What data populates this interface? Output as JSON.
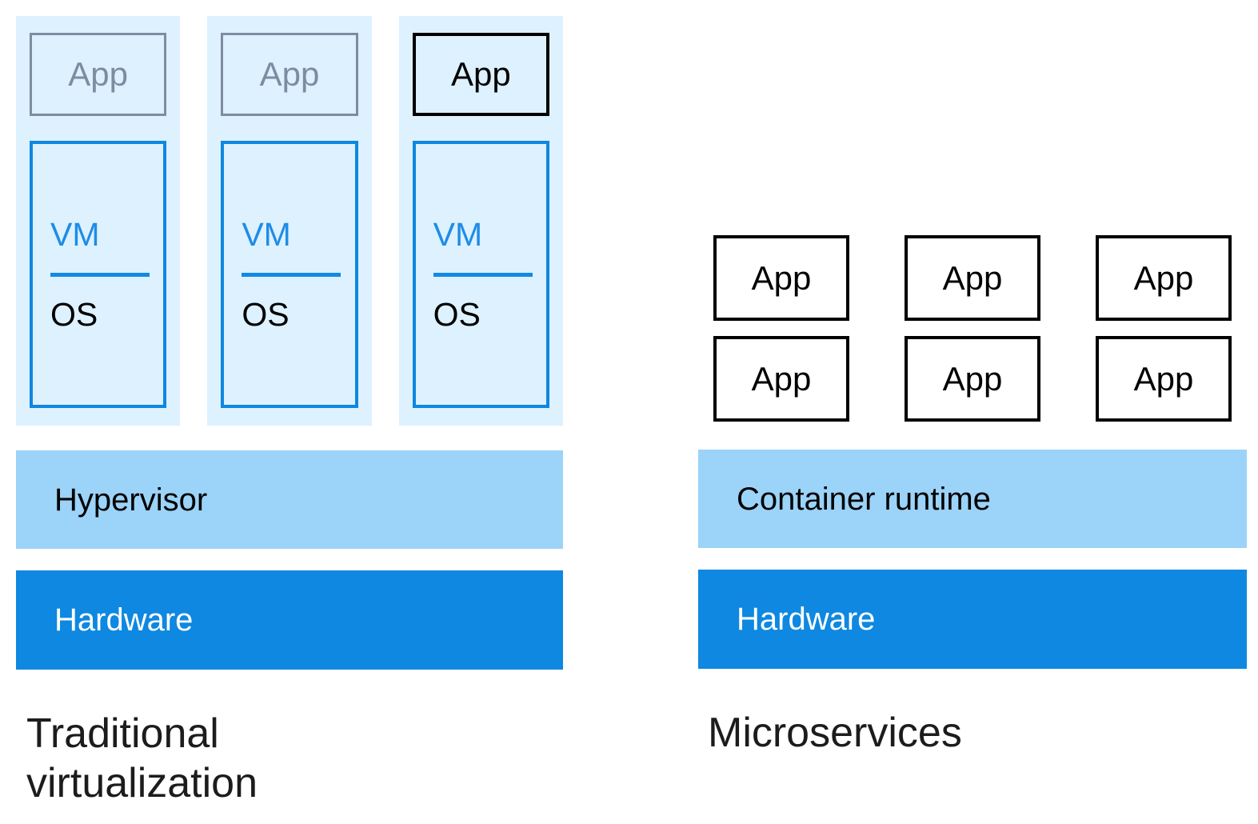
{
  "colors": {
    "stack_background": "#ddf1fe",
    "vm_border_blue": "#0f87e0",
    "vm_text_blue": "#1e8ce6",
    "light_bar_blue": "#9cd3f8",
    "dark_bar_blue": "#0e88e0",
    "faded_gray": "#7e8ca2",
    "black": "#000000",
    "white": "#ffffff",
    "caption_color": "#1c1c1e"
  },
  "left": {
    "caption_line1": "Traditional",
    "caption_line2": "virtualization",
    "hypervisor_label": "Hypervisor",
    "hardware_label": "Hardware",
    "stacks": [
      {
        "app_label": "App",
        "app_style": "faded",
        "vm_label": "VM",
        "os_label": "OS"
      },
      {
        "app_label": "App",
        "app_style": "faded",
        "vm_label": "VM",
        "os_label": "OS"
      },
      {
        "app_label": "App",
        "app_style": "active",
        "vm_label": "VM",
        "os_label": "OS"
      }
    ]
  },
  "right": {
    "caption": "Microservices",
    "runtime_label": "Container runtime",
    "hardware_label": "Hardware",
    "apps": [
      "App",
      "App",
      "App",
      "App",
      "App",
      "App"
    ]
  }
}
